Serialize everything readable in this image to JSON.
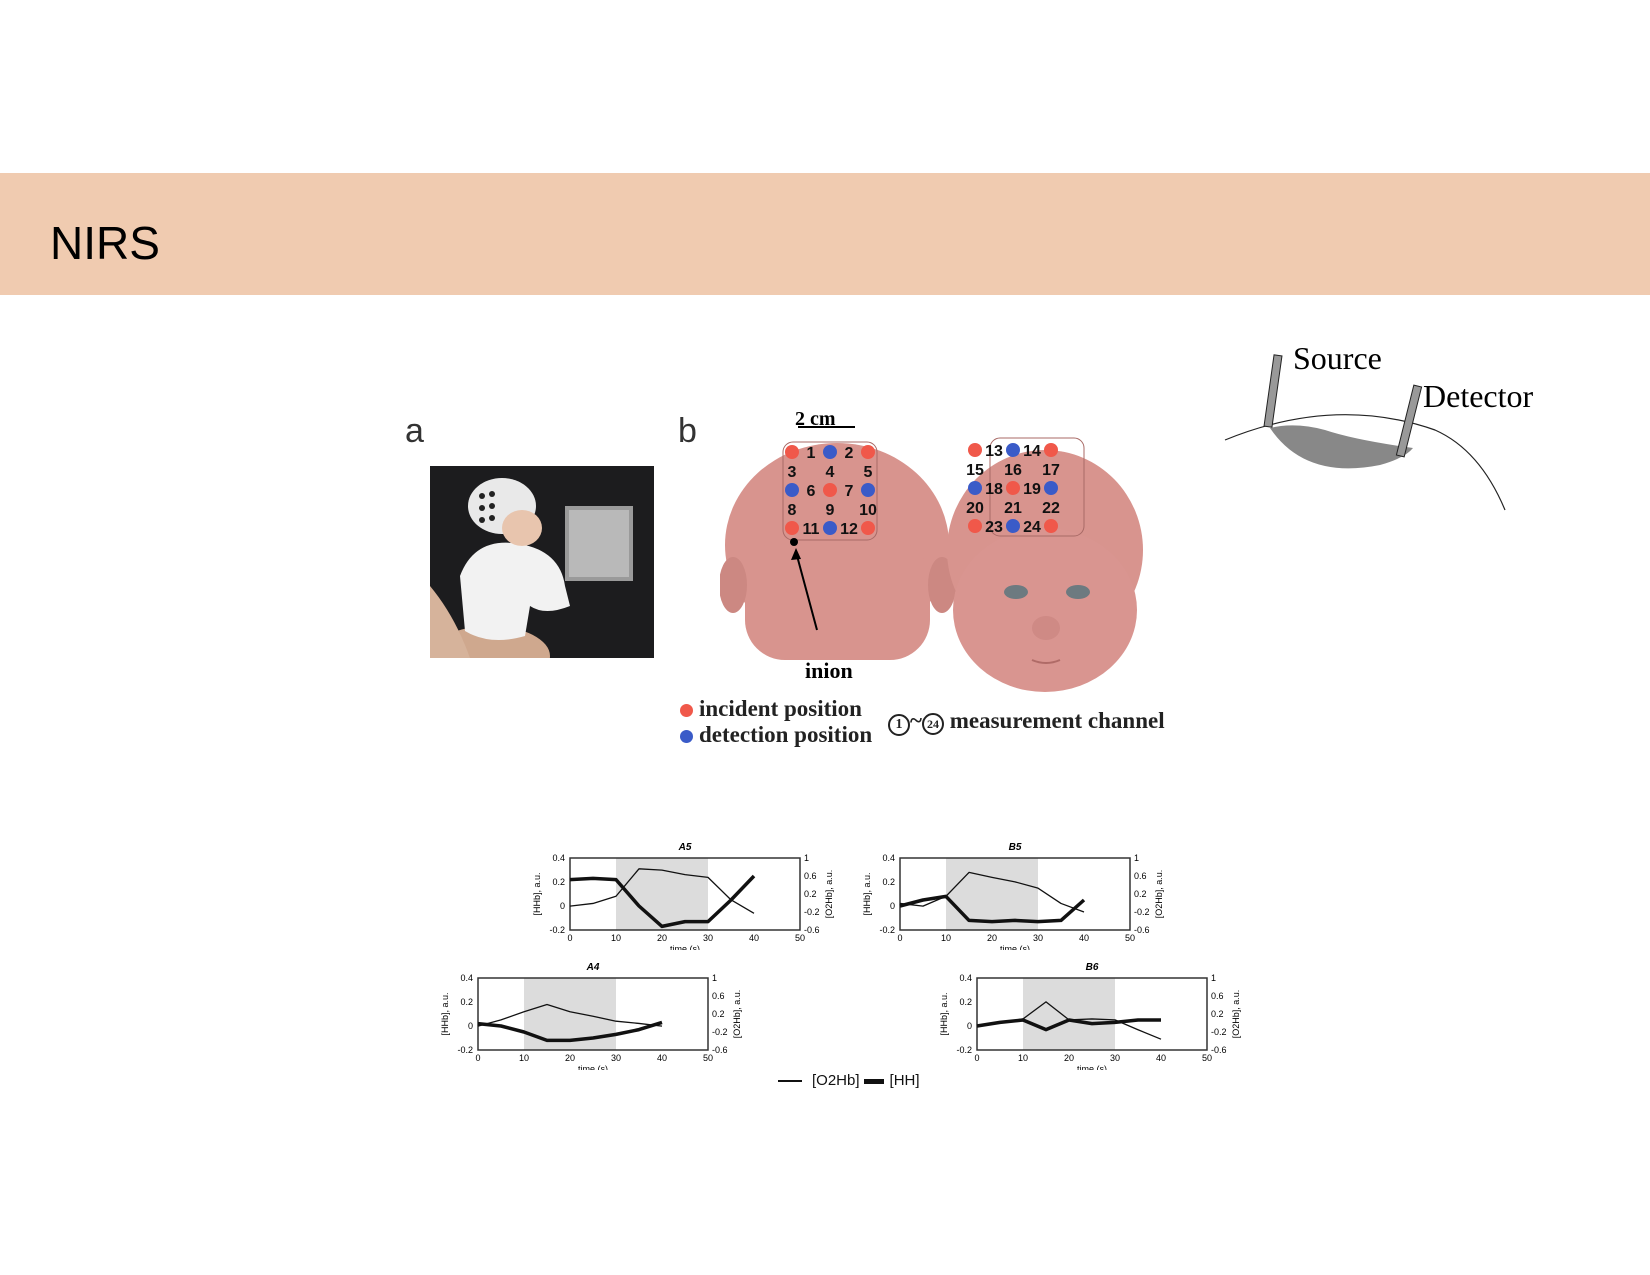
{
  "slide": {
    "title": "NIRS",
    "band_color": "#f0cbb0"
  },
  "panel_a": {
    "label": "a"
  },
  "panel_b": {
    "label": "b",
    "scale_label": "2 cm",
    "inion_label": "inion",
    "legend": {
      "incident": "incident position",
      "detection": "detection position",
      "channel": "measurement channel",
      "channel_start": "1",
      "channel_end": "24"
    },
    "colors": {
      "incident": "#f0584a",
      "detection": "#3a5bc8"
    },
    "back_channels": [
      "1",
      "2",
      "3",
      "4",
      "5",
      "6",
      "7",
      "8",
      "9",
      "10",
      "11",
      "12"
    ],
    "front_channels": [
      "13",
      "14",
      "15",
      "16",
      "17",
      "18",
      "19",
      "20",
      "21",
      "22",
      "23",
      "24"
    ]
  },
  "probe_diagram": {
    "source": "Source",
    "detector": "Detector"
  },
  "chart_data": [
    {
      "type": "line",
      "title": "A5",
      "xlabel": "time (s)",
      "ylabel_left": "[HHb], a.u.",
      "ylabel_right": "[O2Hb], a.u.",
      "xlim": [
        0,
        50
      ],
      "ylim_left": [
        -0.2,
        0.4
      ],
      "ylim_right": [
        -0.6,
        1
      ],
      "xticks": [
        0,
        10,
        20,
        30,
        40,
        50
      ],
      "yticks_left": [
        -0.2,
        0,
        0.2,
        0.4
      ],
      "yticks_right": [
        -0.6,
        -0.2,
        0.2,
        0.6,
        1
      ],
      "stimulus": [
        10,
        30
      ],
      "x": [
        0,
        5,
        10,
        15,
        20,
        25,
        30,
        35,
        40
      ],
      "series": [
        {
          "name": "[O2Hb]",
          "axis": "right",
          "values": [
            -0.07,
            -0.01,
            0.15,
            0.76,
            0.73,
            0.63,
            0.57,
            0.07,
            -0.23
          ]
        },
        {
          "name": "[HH]",
          "axis": "left",
          "values": [
            0.22,
            0.23,
            0.22,
            0.0,
            -0.17,
            -0.13,
            -0.13,
            0.05,
            0.25
          ]
        }
      ]
    },
    {
      "type": "line",
      "title": "B5",
      "xlabel": "time (s)",
      "ylabel_left": "[HHb], a.u.",
      "ylabel_right": "[O2Hb], a.u.",
      "xlim": [
        0,
        50
      ],
      "ylim_left": [
        -0.2,
        0.4
      ],
      "ylim_right": [
        -0.6,
        1
      ],
      "xticks": [
        0,
        10,
        20,
        30,
        40,
        50
      ],
      "yticks_left": [
        -0.2,
        0,
        0.2,
        0.4
      ],
      "yticks_right": [
        -0.6,
        -0.2,
        0.2,
        0.6,
        1
      ],
      "stimulus": [
        10,
        30
      ],
      "x": [
        0,
        5,
        10,
        15,
        20,
        25,
        30,
        35,
        40
      ],
      "series": [
        {
          "name": "[O2Hb]",
          "axis": "right",
          "values": [
            -0.01,
            -0.07,
            0.15,
            0.68,
            0.57,
            0.47,
            0.33,
            -0.01,
            -0.2
          ]
        },
        {
          "name": "[HH]",
          "axis": "left",
          "values": [
            0.0,
            0.05,
            0.08,
            -0.12,
            -0.13,
            -0.12,
            -0.13,
            -0.12,
            0.05
          ]
        }
      ]
    },
    {
      "type": "line",
      "title": "A4",
      "xlabel": "time (s)",
      "ylabel_left": "[HHb], a.u.",
      "ylabel_right": "[O2Hb], a.u.",
      "xlim": [
        0,
        50
      ],
      "ylim_left": [
        -0.2,
        0.4
      ],
      "ylim_right": [
        -0.6,
        1
      ],
      "xticks": [
        0,
        10,
        20,
        30,
        40,
        50
      ],
      "yticks_left": [
        -0.2,
        0,
        0.2,
        0.4
      ],
      "yticks_right": [
        -0.6,
        -0.2,
        0.2,
        0.6,
        1
      ],
      "stimulus": [
        10,
        30
      ],
      "x": [
        0,
        5,
        10,
        15,
        20,
        25,
        30,
        35,
        40
      ],
      "series": [
        {
          "name": "[O2Hb]",
          "axis": "right",
          "values": [
            -0.07,
            0.07,
            0.25,
            0.41,
            0.25,
            0.15,
            0.04,
            -0.01,
            -0.07
          ]
        },
        {
          "name": "[HH]",
          "axis": "left",
          "values": [
            0.02,
            0.0,
            -0.05,
            -0.12,
            -0.12,
            -0.1,
            -0.07,
            -0.03,
            0.03
          ]
        }
      ]
    },
    {
      "type": "line",
      "title": "B6",
      "xlabel": "time (s)",
      "ylabel_left": "[HHb], a.u.",
      "ylabel_right": "[O2Hb], a.u.",
      "xlim": [
        0,
        50
      ],
      "ylim_left": [
        -0.2,
        0.4
      ],
      "ylim_right": [
        -0.6,
        1
      ],
      "xticks": [
        0,
        10,
        20,
        30,
        40,
        50
      ],
      "yticks_left": [
        -0.2,
        0,
        0.2,
        0.4
      ],
      "yticks_right": [
        -0.6,
        -0.2,
        0.2,
        0.6,
        1
      ],
      "stimulus": [
        10,
        30
      ],
      "x": [
        0,
        5,
        10,
        15,
        20,
        25,
        30,
        35,
        40
      ],
      "series": [
        {
          "name": "[O2Hb]",
          "axis": "right",
          "values": [
            -0.07,
            0.01,
            0.09,
            0.47,
            0.07,
            0.09,
            0.07,
            -0.15,
            -0.36
          ]
        },
        {
          "name": "[HH]",
          "axis": "left",
          "values": [
            0.0,
            0.03,
            0.05,
            -0.03,
            0.05,
            0.02,
            0.03,
            0.05,
            0.05
          ]
        }
      ]
    }
  ],
  "chart_legend": {
    "o2hb": "[O2Hb]",
    "hh": "[HH]"
  }
}
